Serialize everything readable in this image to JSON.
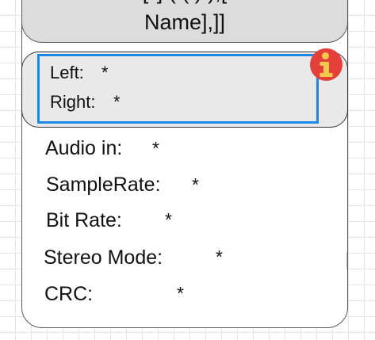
{
  "block": {
    "title_line1": "[*]  ( ( ) ),[",
    "title_line2": "Name],]]"
  },
  "ports": [
    {
      "label": "Left:",
      "value": "*"
    },
    {
      "label": "Right:",
      "value": "*"
    }
  ],
  "properties": [
    {
      "label": "Audio in:",
      "value": "*"
    },
    {
      "label": "SampleRate:",
      "value": "*"
    },
    {
      "label": "Bit Rate:",
      "value": "*"
    },
    {
      "label": "Stereo Mode:",
      "value": "*"
    },
    {
      "label": "CRC:",
      "value": "*"
    }
  ],
  "info_badge": {
    "icon": "info-icon",
    "glyph": "i",
    "color": "#e53f3a"
  },
  "colors": {
    "selection": "#1e88e5",
    "header_fill": "#dcdcdc",
    "port_fill": "#e9e9e9"
  }
}
